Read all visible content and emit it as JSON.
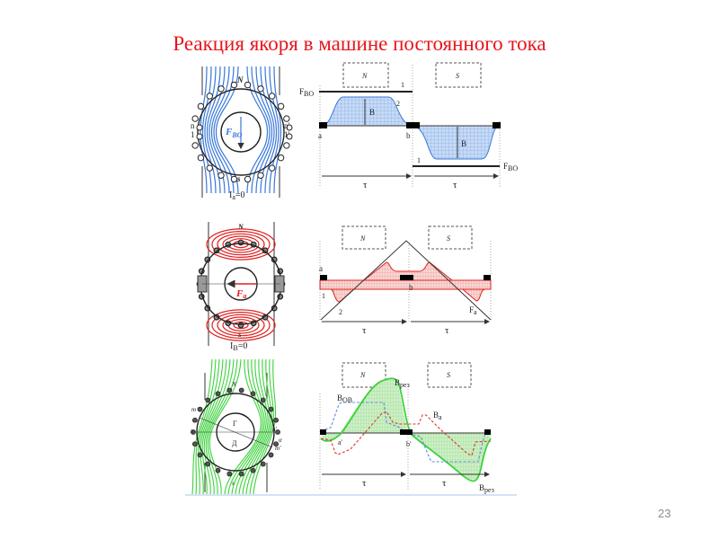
{
  "slide": {
    "title": "Реакция якоря в машине постоянного тока",
    "page_number": "23"
  },
  "colors": {
    "title": "#e8141c",
    "excitation_field": "#3a78d8",
    "armature_field": "#e02020",
    "resultant_field": "#3cd23c"
  },
  "panel_excitation": {
    "motor": {
      "pole_top": "N",
      "pole_bottom": "s",
      "label_n": "n",
      "label_n_prime": "n'",
      "label_1": "1",
      "label_1_prime": "1'",
      "force_main": "F",
      "force_sub": "BO",
      "current_main": "I",
      "current_sub": "a",
      "current_value": "=0"
    },
    "graph": {
      "pole_n": "N",
      "pole_s": "S",
      "f_main": "F",
      "f_sub": "BO",
      "curve_1": "1",
      "curve_2": "2",
      "b_label": "B",
      "point_a": "a",
      "point_b": "b",
      "tau": "τ"
    }
  },
  "panel_armature": {
    "motor": {
      "pole_top": "N",
      "pole_bottom": "s",
      "force_main": "F",
      "force_sub": "a",
      "current_main": "I",
      "current_sub": "B",
      "current_value": "=0"
    },
    "graph": {
      "pole_n": "N",
      "pole_s": "S",
      "point_a": "a",
      "point_b": "b",
      "curve_1": "1",
      "curve_2": "2",
      "fa_main": "F",
      "fa_sub": "a",
      "tau": "τ"
    }
  },
  "panel_resultant": {
    "motor": {
      "pole_top": "N",
      "pole_bottom": "s",
      "label_m": "m",
      "label_m_prime": "m'",
      "label_n": "n",
      "label_n_prime": "n'",
      "label_g": "Г",
      "label_d": "Д",
      "label_alpha": "α"
    },
    "graph": {
      "pole_n": "N",
      "pole_s": "S",
      "bres_main": "B",
      "bres_sub": "рез",
      "bov_main": "B",
      "bov_sub": "ОВ",
      "ba_main": "B",
      "ba_sub": "a",
      "point_a_prime": "a'",
      "point_b_prime": "b'",
      "tau": "τ"
    }
  }
}
